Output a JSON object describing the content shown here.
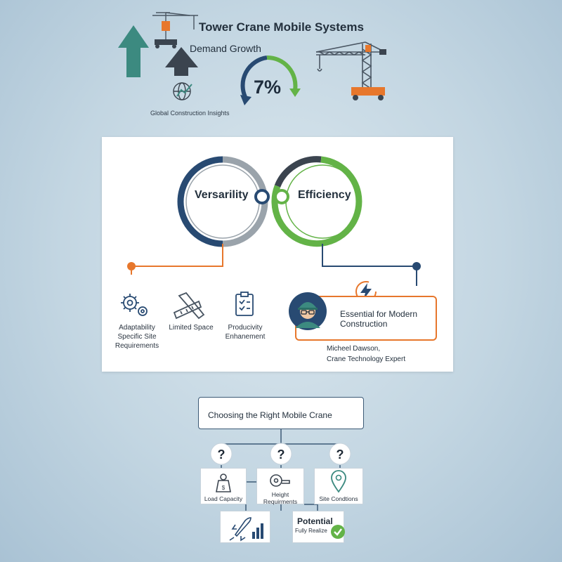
{
  "header": {
    "title": "Tower Crane Mobile Systems",
    "growth_label": "Demand Growth",
    "insights_label": "Global Construction Insights",
    "growth_percent": "7%"
  },
  "panel": {
    "ring_left": "Versarility",
    "ring_right": "Efficiency",
    "features": [
      {
        "label": "Adaptability Specific Site Requirements",
        "icon": "gears-icon"
      },
      {
        "label": "Limited Space",
        "icon": "ruler-icon"
      },
      {
        "label": "Producivity Enhanement",
        "icon": "clipboard-icon"
      }
    ],
    "quote": "Essential for Modern Construction",
    "expert_name": "Micheel Dawson,",
    "expert_title": "Crane Technology Expert"
  },
  "decision": {
    "title": "Choosing the Right Mobile Crane",
    "criteria": [
      {
        "label": "Load Capacity",
        "icon": "weight-icon"
      },
      {
        "label": "Height Requirments",
        "icon": "measuring-tape-icon"
      },
      {
        "label": "Site Condtions",
        "icon": "location-pin-icon"
      }
    ],
    "potential_title": "Potential",
    "potential_sub": "Fully Realize"
  },
  "colors": {
    "navy": "#284a72",
    "green": "#63b347",
    "orange": "#e7772c",
    "teal": "#3c8a80",
    "gray": "#9aa3ab"
  }
}
